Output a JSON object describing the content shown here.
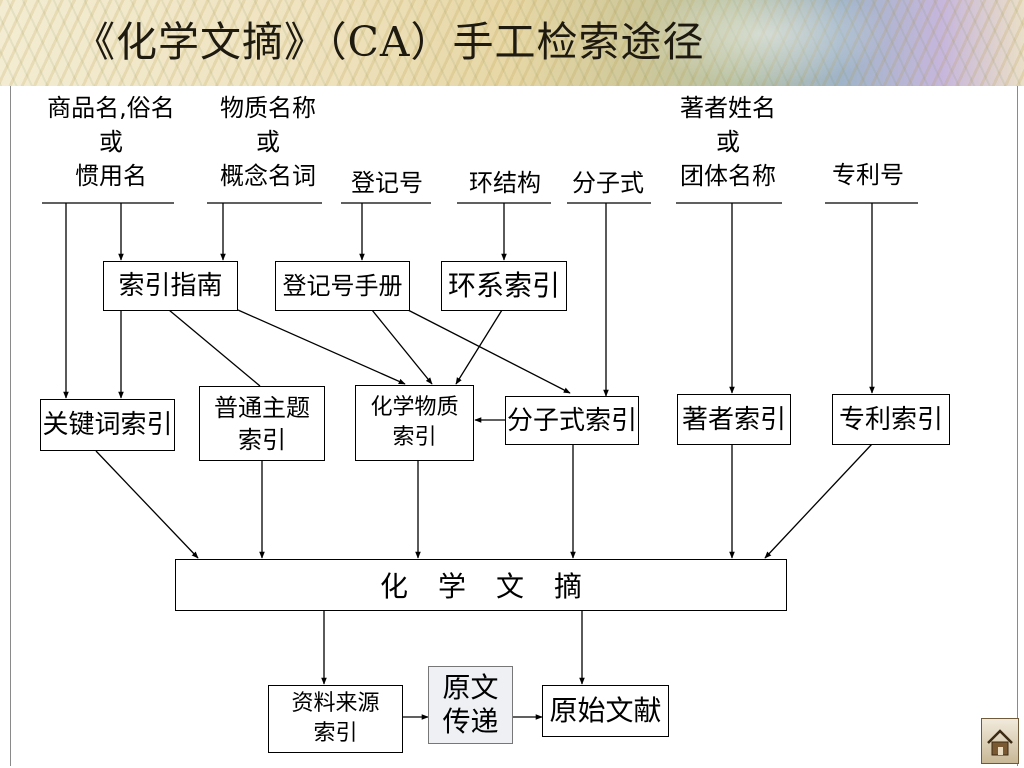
{
  "title": "《化学文摘》（CA）手工检索途径",
  "inputs": {
    "trade_name": "商品名,俗名\n或\n惯用名",
    "substance_name": "物质名称\n或\n概念名词",
    "registry_no": "登记号",
    "ring_structure": "环结构",
    "molecular_formula": "分子式",
    "author": "著者姓名\n或\n团体名称",
    "patent_no": "专利号"
  },
  "tools": {
    "index_guide": "索引指南",
    "registry_handbook": "登记号手册",
    "ring_systems_index": "环系索引"
  },
  "indexes": {
    "keyword": "关键词索引",
    "general_subject": "普通主题\n索引",
    "chemical_substance": "化学物质\n索引",
    "formula": "分子式索引",
    "author": "著者索引",
    "patent": "专利索引"
  },
  "digest": "化学文摘",
  "outputs": {
    "source_index": "资料来源\n索引",
    "original_transfer": "原文\n传递",
    "original_literature": "原始文献"
  },
  "icons": {
    "home": "home-icon"
  }
}
